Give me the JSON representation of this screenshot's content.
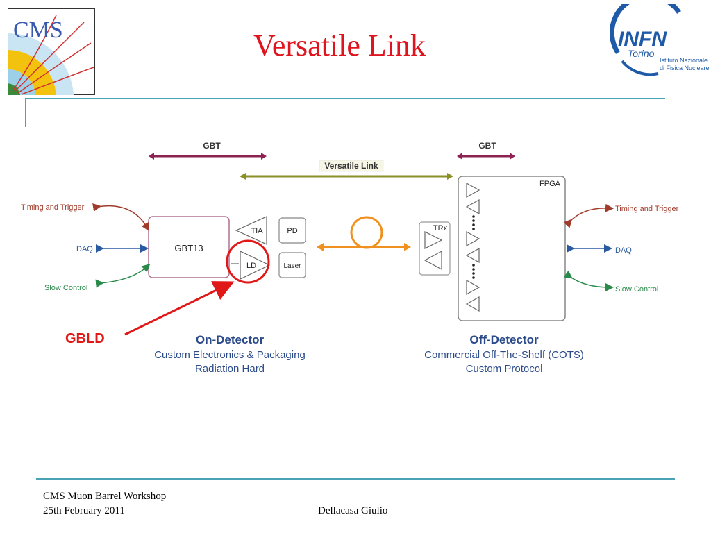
{
  "slide": {
    "title": "Versatile Link",
    "footer_left_line1": "CMS Muon Barrel Workshop",
    "footer_left_line2": "25th February 2011",
    "footer_center": "Dellacasa Giulio"
  },
  "logos": {
    "cms_text": "CMS",
    "infn_text": "INFN",
    "infn_city": "Torino",
    "infn_line1": "Istituto Nazionale",
    "infn_line2": "di Fisica Nucleare"
  },
  "diagram": {
    "gbt_left": "GBT",
    "gbt_right": "GBT",
    "versatile_link": "Versatile Link",
    "fpga": "FPGA",
    "gbt13": "GBT13",
    "tia": "TIA",
    "pd": "PD",
    "ld": "LD",
    "laser": "Laser",
    "trx": "TRx",
    "left_signals": [
      "Timing and Trigger",
      "DAQ",
      "Slow Control"
    ],
    "right_signals": [
      "Timing and Trigger",
      "DAQ",
      "Slow Control"
    ],
    "gbld_label": "GBLD",
    "on_detector_title": "On-Detector",
    "on_detector_line1": "Custom Electronics & Packaging",
    "on_detector_line2": "Radiation Hard",
    "off_detector_title": "Off-Detector",
    "off_detector_line1": "Commercial Off-The-Shelf (COTS)",
    "off_detector_line2": "Custom Protocol"
  },
  "colors": {
    "title": "#e0141e",
    "rule": "#4aa3b5",
    "gbt_arrow": "#8b2252",
    "versatile_arrow": "#8a8f2a",
    "fiber": "#f0901e",
    "timing": "#a03a2a",
    "daq": "#2a5aa0",
    "slow": "#2a8a4a",
    "highlight": "#e01818",
    "on_off_title": "#2a4a8a"
  }
}
